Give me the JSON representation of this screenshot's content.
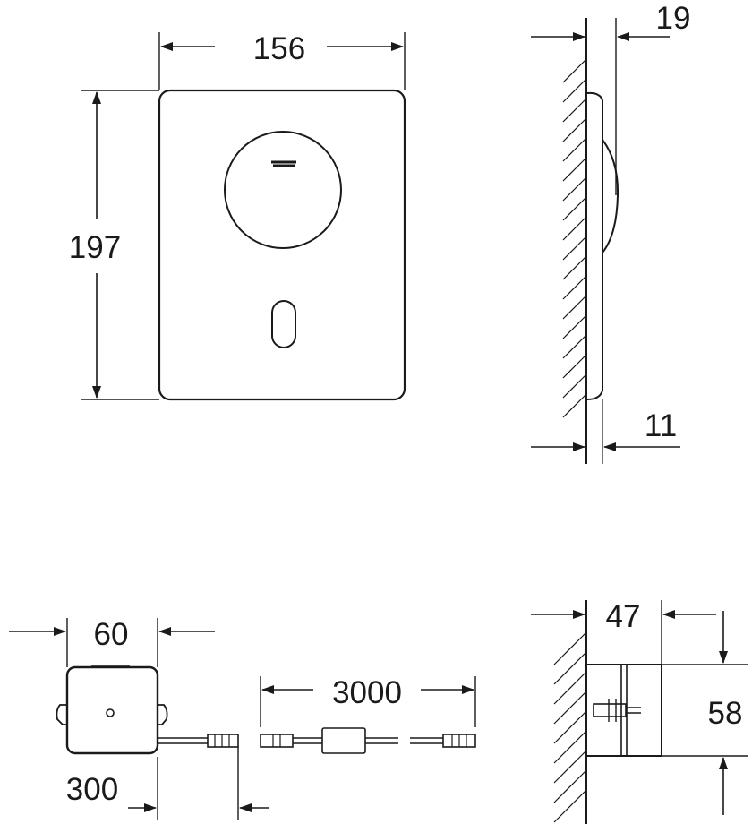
{
  "dimensions": {
    "front_width": "156",
    "front_height": "197",
    "side_depth": "19",
    "side_plate": "11",
    "box_width": "60",
    "cable_length": "3000",
    "box_cable_offset": "300",
    "box_depth": "47",
    "box_height": "58"
  }
}
